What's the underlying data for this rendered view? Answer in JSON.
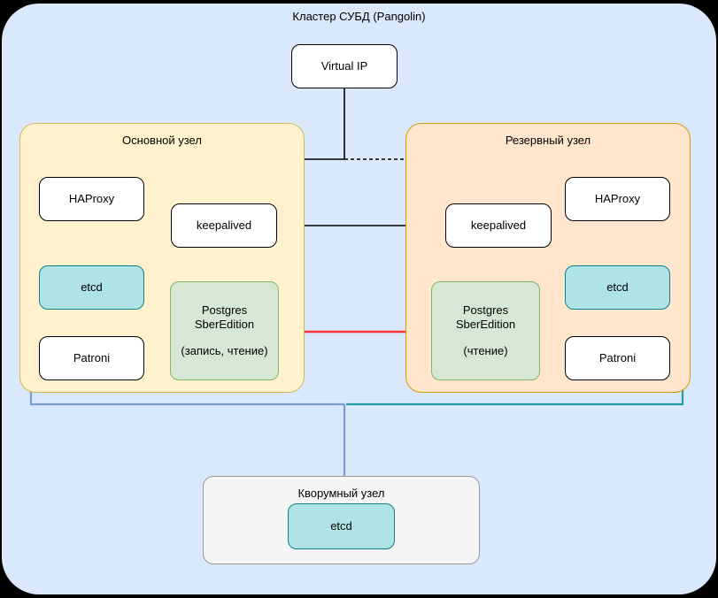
{
  "diagram": {
    "title": "Кластер СУБД (Pangolin)",
    "background_color": "#dae8fc",
    "canvas_color": "#000000"
  },
  "virtual_ip": {
    "label": "Virtual IP"
  },
  "nodes": {
    "main": {
      "title": "Основной узел",
      "fill": "#fff2cc",
      "stroke": "#d6b656",
      "components": {
        "haproxy": "HAProxy",
        "keepalived": "keepalived",
        "etcd": "etcd",
        "patroni": "Patroni",
        "postgres_name": "Postgres",
        "postgres_edition": "SberEdition",
        "postgres_mode": "(запись, чтение)"
      }
    },
    "backup": {
      "title": "Резервный узел",
      "fill": "#ffe6cc",
      "stroke": "#d79b00",
      "components": {
        "haproxy": "HAProxy",
        "keepalived": "keepalived",
        "etcd": "etcd",
        "patroni": "Patroni",
        "postgres_name": "Postgres",
        "postgres_edition": "SberEdition",
        "postgres_mode": "(чтение)"
      }
    },
    "quorum": {
      "title": "Кворумный узел",
      "fill": "#f5f5f5",
      "stroke": "#999999",
      "components": {
        "etcd": "etcd"
      }
    }
  },
  "colors": {
    "etcd_fill": "#b0e3e6",
    "etcd_stroke": "#0e8088",
    "postgres_fill": "#d5e8d4",
    "postgres_stroke": "#82b366",
    "replication_arrow": "#ff3333",
    "etcd_link_left": "#7e9cd0",
    "etcd_link_right": "#1f9ba3",
    "default_line": "#000000"
  },
  "connections": {
    "replication": "Postgres (основной) → Postgres (резервный)",
    "keepalived_link": "keepalived ↔ keepalived",
    "vip_active": "Virtual IP → HAProxy (основной)",
    "vip_standby": "Virtual IP ⇢ HAProxy (резервный)"
  }
}
